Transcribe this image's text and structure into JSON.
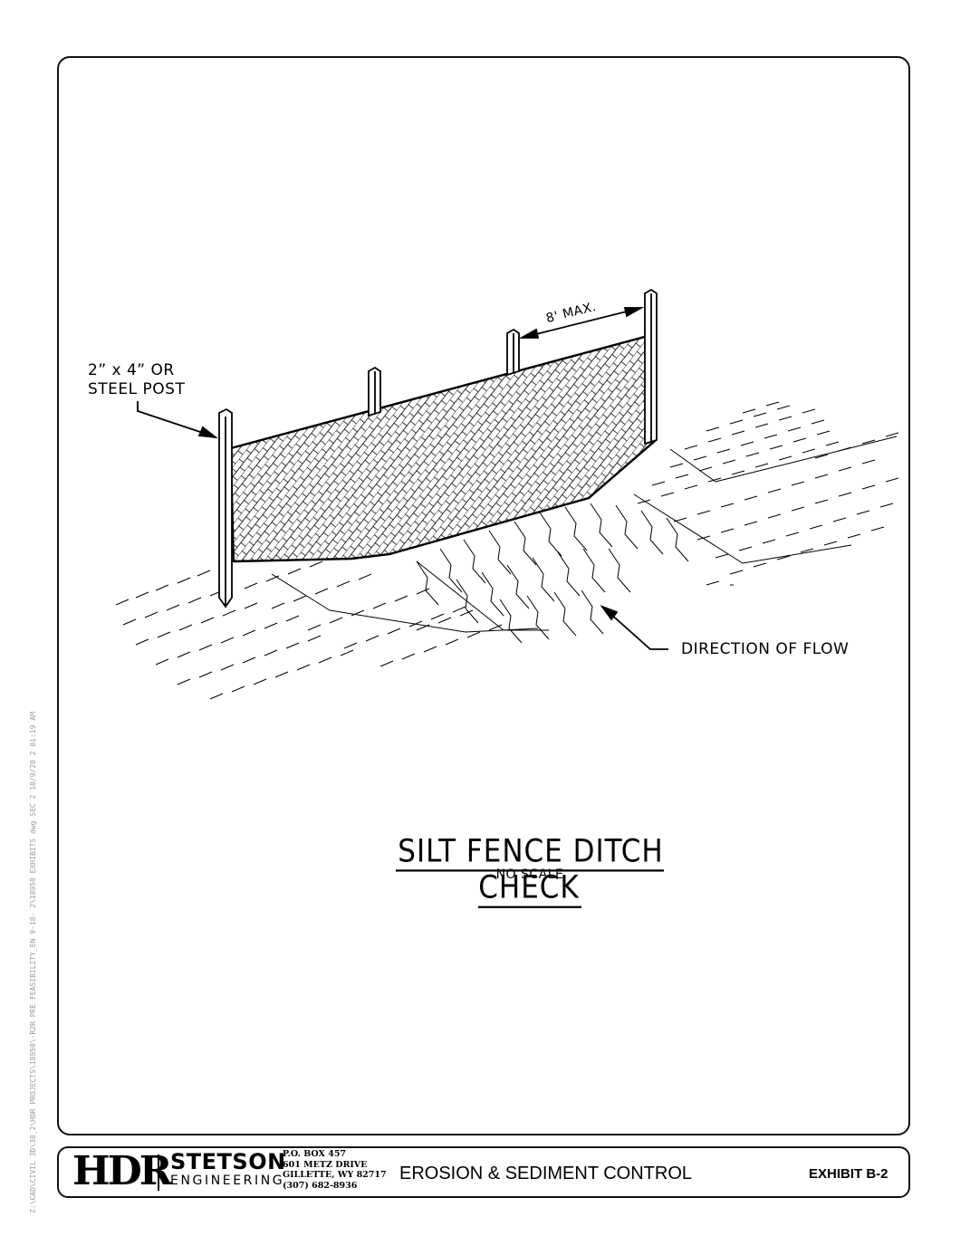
{
  "drawing": {
    "title": "SILT FENCE DITCH CHECK",
    "scale": "NO SCALE",
    "callouts": {
      "post_line1": "2” x 4” OR",
      "post_line2": "STEEL POST",
      "spacing": "8' MAX.",
      "flow": "DIRECTION OF FLOW"
    }
  },
  "title_block": {
    "logo": "HDR",
    "firm_name": "STETSON",
    "firm_sub": "ENGINEERING",
    "address": [
      "P.O. BOX 457",
      "601 METZ DRIVE",
      "GILLETTE, WY  82717",
      "(307) 682-8936"
    ],
    "project_title": "EROSION & SEDIMENT CONTROL",
    "exhibit": "EXHIBIT B-2"
  },
  "file_path": "Z:\\CAD\\CIVIL 3D\\30_2\\HDR PROJECTS\\18950\\-R2R PRE FEASIBILITY_EN 9-18- 2\\18950 EXHIBITS dwg SEC 2 10/9/20 2 01:19 AM"
}
